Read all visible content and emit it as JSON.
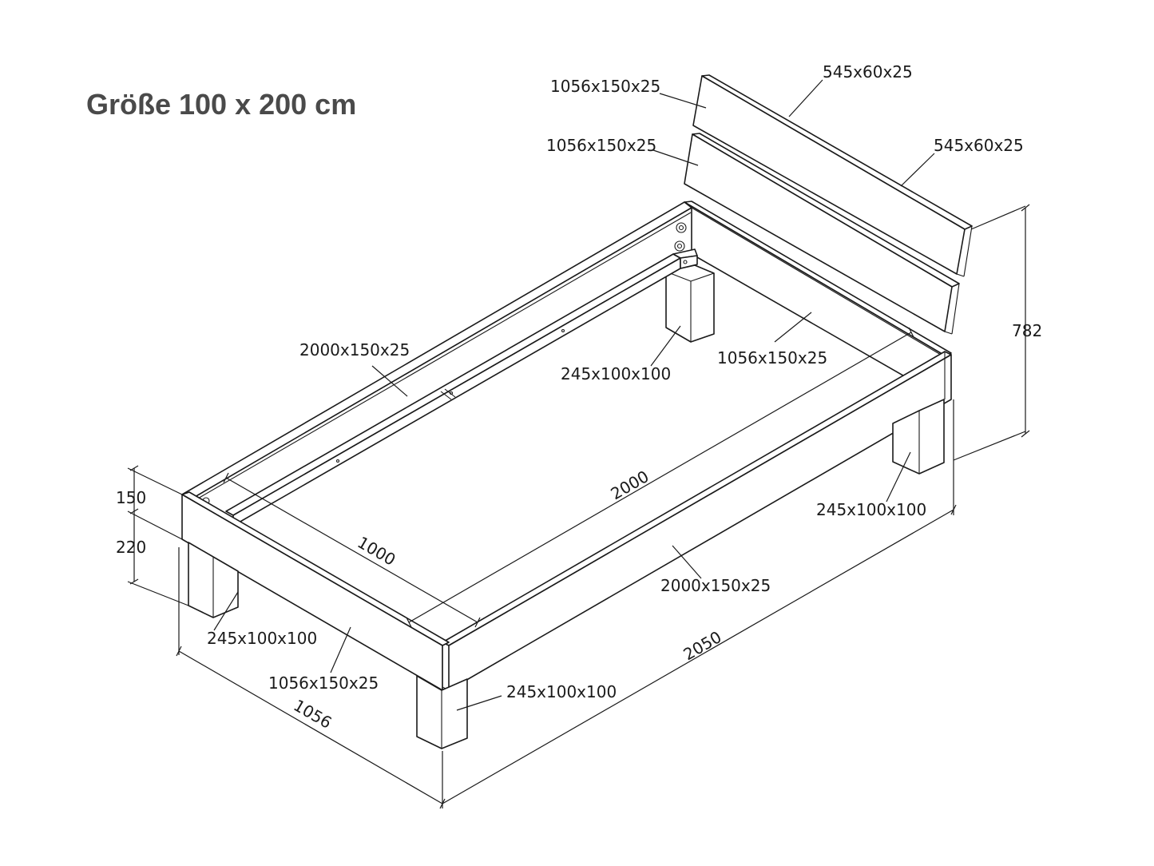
{
  "title": "Größe 100 x 200 cm",
  "parts": {
    "headboard_top_board": "1056x150x25",
    "headboard_top_batten": "545x60x25",
    "headboard_lower_board": "1056x150x25",
    "headboard_lower_batten": "545x60x25",
    "left_side_rail": "2000x150x25",
    "back_leg_left": "245x100x100",
    "head_end_board": "1056x150x25",
    "back_leg_right": "245x100x100",
    "right_side_rail": "2000x150x25",
    "front_leg_left": "245x100x100",
    "foot_board": "1056x150x25",
    "front_leg_right": "245x100x100"
  },
  "dimensions": {
    "frame_height": "150",
    "leg_height": "220",
    "inner_width": "1000",
    "inner_length": "2000",
    "total_width": "1056",
    "total_length": "2050",
    "total_height": "782"
  }
}
